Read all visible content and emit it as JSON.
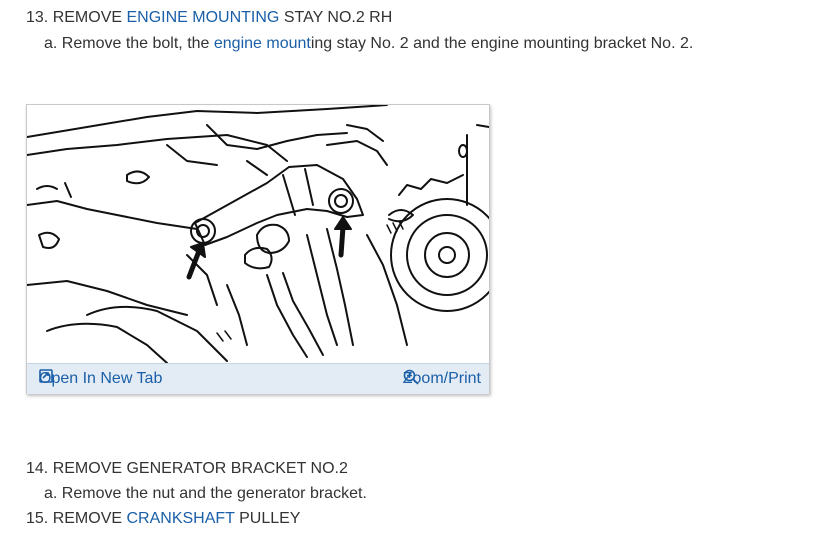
{
  "step13": {
    "prefix": "13. REMOVE ",
    "link": "ENGINE MOUNTING",
    "suffix": " STAY NO.2 RH",
    "sub": {
      "prefix": "a. Remove the bolt, the ",
      "link": "engine mount",
      "suffix": "ing stay No. 2 and the engine mounting bracket No. 2."
    }
  },
  "figure": {
    "open_label": "Open In New Tab",
    "zoom_label": "Zoom/Print",
    "open_icon": "open-new-tab-icon",
    "zoom_icon": "magnifier-plus-icon"
  },
  "step14": {
    "title": "14. REMOVE GENERATOR BRACKET NO.2",
    "sub": "a. Remove the nut and the generator bracket."
  },
  "step15": {
    "prefix": "15. REMOVE ",
    "link": "CRANKSHAFT",
    "suffix": " PULLEY"
  },
  "colors": {
    "link": "#1a5fa8",
    "text": "#333333",
    "bar": "#e3ecf5"
  }
}
